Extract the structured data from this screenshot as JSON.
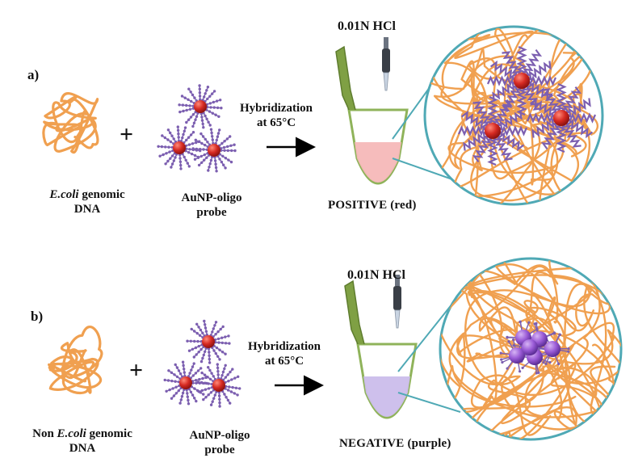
{
  "colors": {
    "dna": "#F0A050",
    "oligo": "#7C5FB0",
    "gold": "#C8231E",
    "gold_aggregated": "#8F54C8",
    "tube": "#8FB35A",
    "tube_cap": "#7FA044",
    "positive_liquid": "#F5B8B8",
    "negative_liquid": "#CBBDEB",
    "zoom_circle": "#4FA9B5",
    "zoom_fill": "#EAF7F8",
    "arrow": "#000000"
  },
  "panel_a": {
    "tag": "a)",
    "reagent": "0.01N HCl",
    "step_line1": "Hybridization",
    "step_line2": "at 65°C",
    "dna_label_em": "E.coli",
    "dna_label_rest": " genomic",
    "dna_label_line2": "DNA",
    "probe_line1": "AuNP-oligo",
    "probe_line2": "probe",
    "result": "POSITIVE  (red)",
    "plus": "+"
  },
  "panel_b": {
    "tag": "b)",
    "reagent": "0.01N HCl",
    "step_line1": "Hybridization",
    "step_line2": "at 65°C",
    "dna_label_pre": "Non ",
    "dna_label_em": "E.coli",
    "dna_label_rest": " genomic",
    "dna_label_line2": "DNA",
    "probe_line1": "AuNP-oligo",
    "probe_line2": "probe",
    "result": "NEGATIVE (purple)",
    "plus": "+"
  }
}
